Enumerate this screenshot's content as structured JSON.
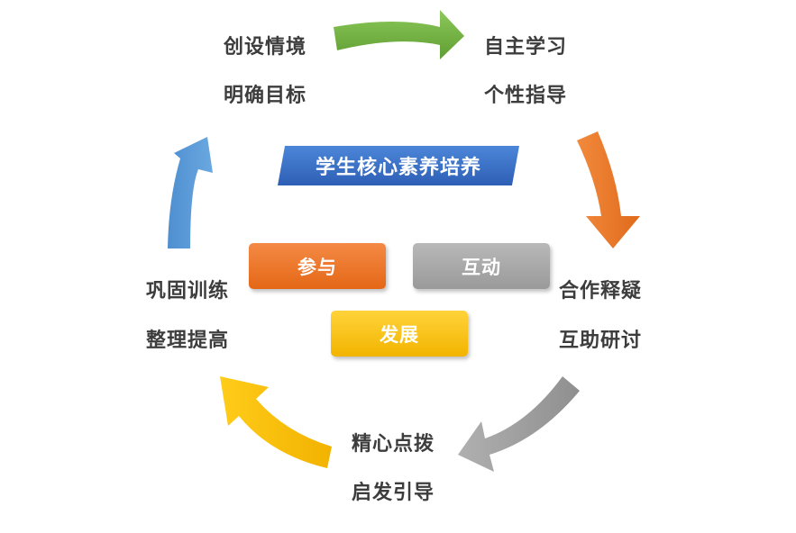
{
  "center": {
    "title": "学生核心素养培养",
    "keywords": [
      "参与",
      "互动",
      "发展"
    ]
  },
  "stages": {
    "top_left": [
      "创设情境",
      "明确目标"
    ],
    "top_right": [
      "自主学习",
      "个性指导"
    ],
    "right": [
      "合作释疑",
      "互助研讨"
    ],
    "bottom": [
      "精心点拨",
      "启发引导"
    ],
    "left": [
      "巩固训练",
      "整理提高"
    ]
  },
  "colors": {
    "green_arrow": "#74b344",
    "orange_arrow": "#ed7d31",
    "gray_arrow": "#a5a5a5",
    "yellow_arrow": "#ffc000",
    "blue_arrow": "#5b9bd5",
    "banner": "#3a70c6",
    "text": "#3d3d3d"
  }
}
